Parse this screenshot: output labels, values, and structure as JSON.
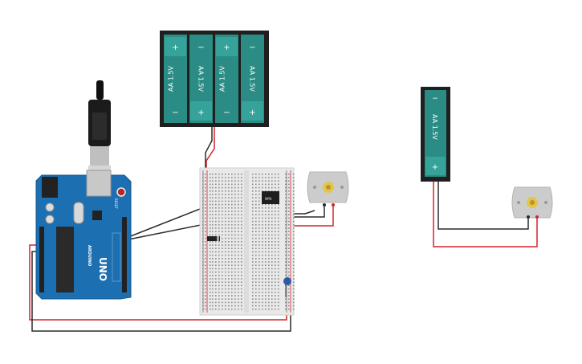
{
  "battery_pack_4xaa": {
    "cells": [
      {
        "label": "AA 1.5V",
        "top_symbol": "+",
        "bottom_symbol": "−"
      },
      {
        "label": "AA 1.5V",
        "top_symbol": "−",
        "bottom_symbol": "+"
      },
      {
        "label": "AA 1.5V",
        "top_symbol": "+",
        "bottom_symbol": "−"
      },
      {
        "label": "AA 1.5V",
        "top_symbol": "−",
        "bottom_symbol": "+"
      }
    ]
  },
  "battery_single_aa": {
    "label": "AA 1.5V",
    "top_symbol": "−",
    "bottom_symbol": "+"
  },
  "arduino": {
    "model_label": "UNO",
    "brand_label": "ARDUINO",
    "reset_label": "RESET"
  },
  "colors": {
    "board_blue": "#1c6fb0",
    "battery_teal": "#2a8c85",
    "battery_case": "#1f1f1f",
    "wire_red": "#d0252b",
    "wire_black": "#2b2b2b",
    "breadboard": "#e9e9e9",
    "motor_body": "#cccccc",
    "motor_shaft": "#e4c54a"
  }
}
